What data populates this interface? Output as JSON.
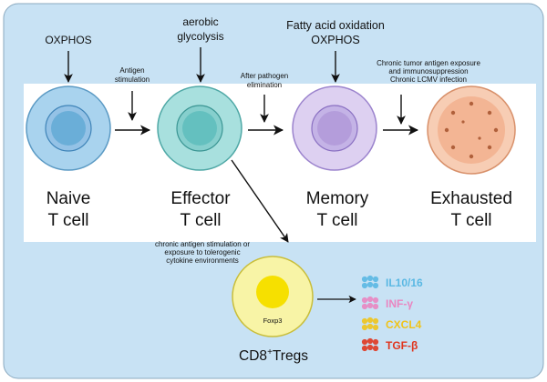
{
  "stage_labels": {
    "naive_input": "OXPHOS",
    "effector_input_1": "aerobic",
    "effector_input_2": "glycolysis",
    "memory_input_1": "Fatty acid oxidation",
    "memory_input_2": "OXPHOS",
    "exhausted_input_1": "Chronic tumor antigen exposure",
    "exhausted_input_2": "and immunosuppression",
    "exhausted_input_3": "Chronic LCMV infection"
  },
  "transitions": {
    "antigen_1": "Antigen",
    "antigen_2": "stimulation",
    "pathogen_1": "After pathogen",
    "pathogen_2": "elimination",
    "treg_1": "chronic antigen stimulation or",
    "treg_2": "exposure to tolerogenic",
    "treg_3": "cytokine environments"
  },
  "cells": {
    "naive_1": "Naive",
    "naive_2": "T cell",
    "effector_1": "Effector",
    "effector_2": "T cell",
    "memory_1": "Memory",
    "memory_2": "T cell",
    "exhausted_1": "Exhausted",
    "exhausted_2": "T cell"
  },
  "treg": {
    "marker": "Foxp3",
    "label_main": "CD8",
    "label_sup": "+",
    "label_tail": "Tregs"
  },
  "cytokines": [
    {
      "name": "IL10/16",
      "color": "#5ab8e3"
    },
    {
      "name": "INF-γ",
      "color": "#e986c1"
    },
    {
      "name": "CXCL4",
      "color": "#f0c419"
    },
    {
      "name": "TGF-β",
      "color": "#e0361f"
    }
  ],
  "colors": {
    "background": "#c8e2f4",
    "naive": "#6aaed8",
    "effector": "#64c0bf",
    "memory": "#b49ddb",
    "exhausted": "#f3b594",
    "treg": "#f7f08a"
  }
}
